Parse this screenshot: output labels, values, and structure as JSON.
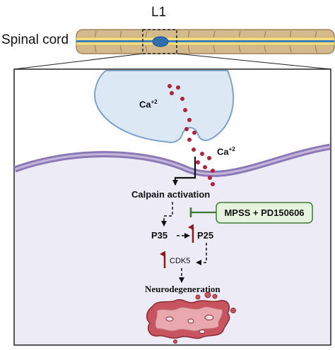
{
  "header": {
    "level_label": "L1",
    "spinal_label": "Spinal cord"
  },
  "calcium": {
    "intracellular_label": "Ca",
    "extracellular_label": "Ca",
    "charge": "+2"
  },
  "pathway": {
    "calpain_label": "Calpain activation",
    "p35_label": "P35",
    "p25_label": "P25",
    "cdk5_label": "CDK5",
    "neuro_label": "Neurodegeneration"
  },
  "inhibitor": {
    "label": "MPSS + PD150606"
  },
  "colors": {
    "inhibitor_fill": "#e6f4df",
    "inhibitor_stroke": "#3f7a37",
    "cell_fill": "#ecebf6",
    "membrane": "#8c79b5",
    "vesicle_fill": "#dce8f3",
    "vesicle_stroke": "#7ea3cb",
    "calcium_dot": "#b0233f",
    "up_arrow": "#8b1c1c",
    "spine_tan": "#d4b98d",
    "cord_yellow": "#f3de86",
    "cord_blue": "#3f7fb8",
    "damaged_tissue": "#c7545e"
  }
}
